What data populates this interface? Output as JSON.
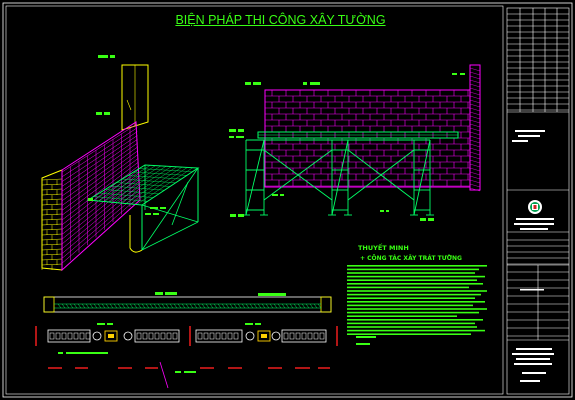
{
  "drawing": {
    "title": "BIỆN PHÁP THI CÔNG XÂY TƯỜNG",
    "notes_title": "THUYẾT MINH",
    "notes_subtitle": "+ CÔNG TÁC XÂY TRÁT TƯỜNG"
  },
  "colors": {
    "background": "#000000",
    "brick": "#ff00ff",
    "brick_side": "#ffff00",
    "scaffold": "#00ff66",
    "annotation": "#39ff14",
    "frame": "#ffffff",
    "dimension_red": "#ff2020",
    "section_yellow": "#ffd000"
  }
}
